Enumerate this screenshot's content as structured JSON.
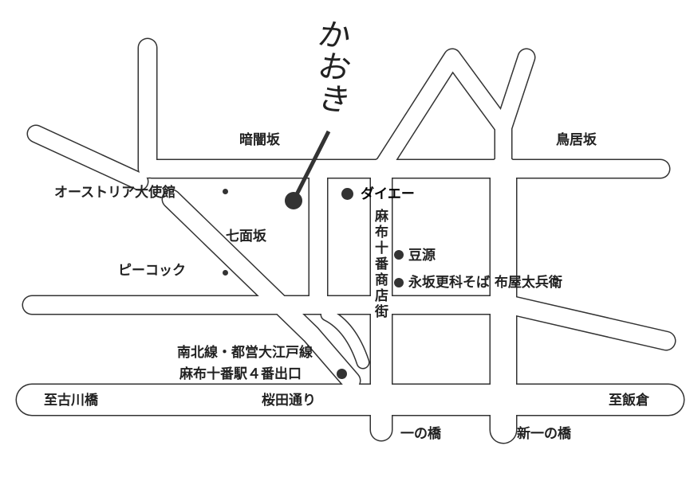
{
  "logo": "かおき",
  "roads": {
    "kurayamizaka": "暗闇坂",
    "toriizaka": "鳥居坂",
    "shichimenzaka": "七面坂",
    "sakurada": "桜田通り",
    "shopping_street": "麻布十番商店街",
    "to_furukawabashi": "至古川橋",
    "to_iikura": "至飯倉",
    "ichinohashi": "一の橋",
    "shin_ichinohashi": "新一の橋"
  },
  "landmarks": {
    "austria_embassy": "オーストリア大使館",
    "daiei": "ダイエー",
    "peacock": "ピーコック",
    "mamegen": "豆源",
    "sarashina": "永坂更科そば 布屋太兵衛",
    "station_line": "南北線・都営大江戸線",
    "station_exit": "麻布十番駅４番出口"
  }
}
